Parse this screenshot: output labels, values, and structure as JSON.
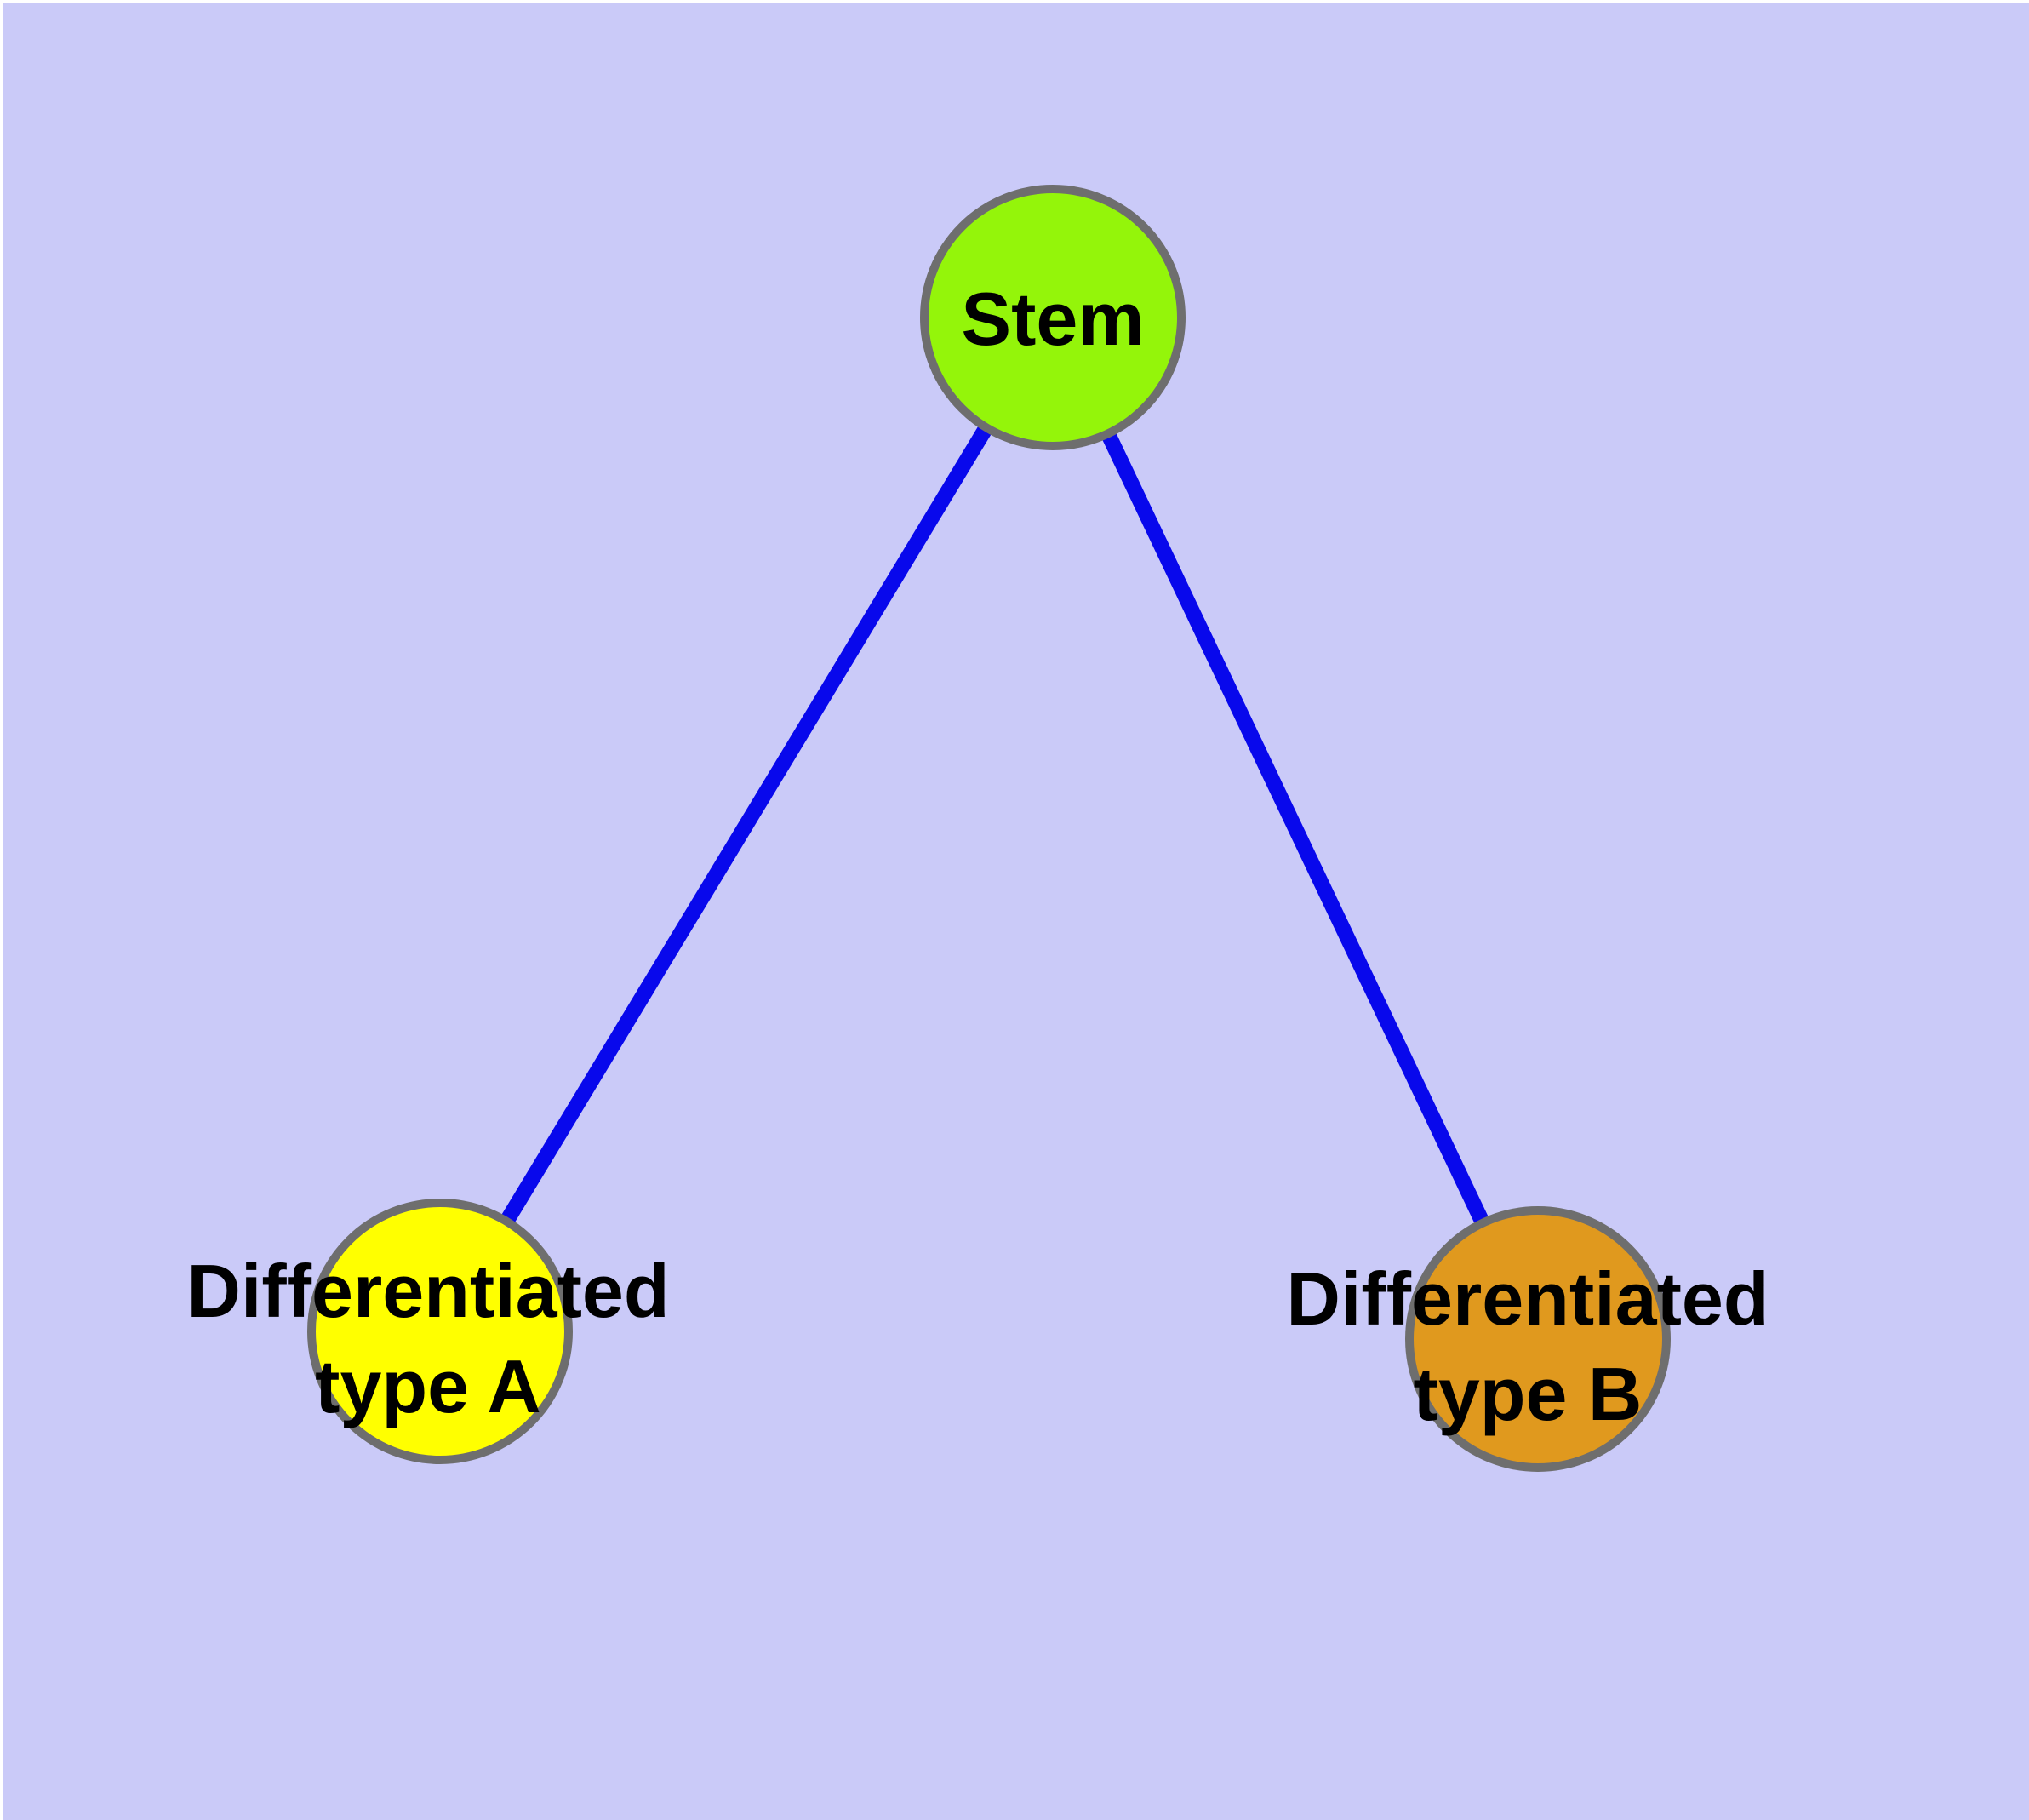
{
  "canvas": {
    "page_background": "#FFFFFF",
    "plot_background": "#CACAF8"
  },
  "graph": {
    "type": "node-link-diagram",
    "edge_color": "#0808EC",
    "edge_width": "18",
    "node_border_color": "#6E6E6E",
    "node_border_width": "10",
    "label_color": "#000000",
    "nodes": {
      "stem": {
        "label": "Stem",
        "fill": "#94F50A"
      },
      "type_a": {
        "line1": "Differentiated",
        "line2": "type A",
        "fill": "#FFFF00"
      },
      "type_b": {
        "line1": "Differentiated",
        "line2": "type B",
        "fill": "#E0991E"
      }
    },
    "edges": [
      {
        "from": "Stem",
        "to": "Differentiated type A"
      },
      {
        "from": "Stem",
        "to": "Differentiated type B"
      }
    ]
  }
}
